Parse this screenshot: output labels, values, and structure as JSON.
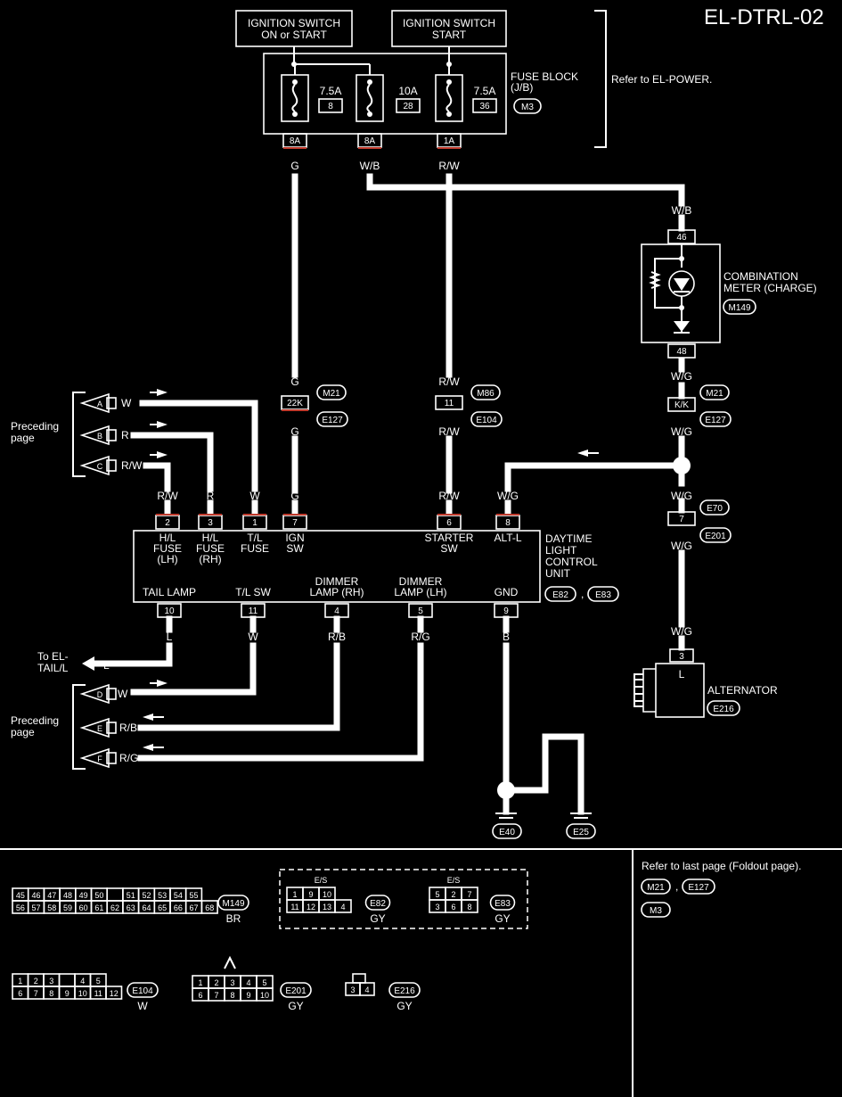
{
  "diagram_id": "EL-DTRL-02",
  "ign_switch_on": "IGNITION SWITCH\nON or START",
  "ign_switch_start": "IGNITION SWITCH\nSTART",
  "fuse_block": {
    "label": "FUSE BLOCK\n(J/B)",
    "connector": "M3",
    "refer": "Refer to EL-POWER."
  },
  "fuses": [
    {
      "rating": "7.5A",
      "num": "8",
      "term": "8A",
      "wire": "G"
    },
    {
      "rating": "10A",
      "num": "28",
      "term": "8A",
      "wire": "W/B"
    },
    {
      "rating": "7.5A",
      "num": "36",
      "term": "1A",
      "wire": "R/W"
    }
  ],
  "meter": {
    "label": "COMBINATION\nMETER (CHARGE)",
    "connector": "M149",
    "pin_in": "46",
    "pin_out": "48",
    "wire_in": "W/B",
    "wire_out": "W/G"
  },
  "joints": [
    {
      "pin": "22K",
      "top": "M21",
      "bottom": "E127",
      "wire": "G"
    },
    {
      "pin": "11",
      "top": "M86",
      "bottom": "E104",
      "wire": "R/W"
    },
    {
      "pin": "K/K",
      "top": "M21",
      "bottom": "E127",
      "wire": "W/G"
    },
    {
      "pin": "7",
      "top": "E70",
      "bottom": "E201",
      "wire": "W/G"
    }
  ],
  "preceding": {
    "label": "Preceding\npage",
    "top": [
      {
        "id": "A",
        "wire": "W"
      },
      {
        "id": "B",
        "wire": "R"
      },
      {
        "id": "C",
        "wire": "R/W"
      }
    ],
    "bottom": [
      {
        "id": "D",
        "wire": "W"
      },
      {
        "id": "E",
        "wire": "R/B"
      },
      {
        "id": "F",
        "wire": "R/G"
      }
    ]
  },
  "unit": {
    "label": "DAYTIME\nLIGHT\nCONTROL\nUNIT",
    "connectors": [
      "E82",
      "E83"
    ],
    "top_pins": [
      {
        "pin": "2",
        "label": "H/L\nFUSE\n(LH)",
        "wire": "R/W"
      },
      {
        "pin": "3",
        "label": "H/L\nFUSE\n(RH)",
        "wire": "R"
      },
      {
        "pin": "1",
        "label": "T/L\nFUSE",
        "wire": "W"
      },
      {
        "pin": "7",
        "label": "IGN\nSW",
        "wire": "G"
      },
      {
        "pin": "6",
        "label": "STARTER\nSW",
        "wire": "R/W"
      },
      {
        "pin": "8",
        "label": "ALT-L",
        "wire": "W/G"
      }
    ],
    "bottom_pins": [
      {
        "pin": "10",
        "label": "TAIL LAMP",
        "wire": "L"
      },
      {
        "pin": "11",
        "label": "T/L SW",
        "wire": "W"
      },
      {
        "pin": "4",
        "label": "DIMMER\nLAMP (RH)",
        "wire": "R/B"
      },
      {
        "pin": "5",
        "label": "DIMMER\nLAMP (LH)",
        "wire": "R/G"
      },
      {
        "pin": "9",
        "label": "GND",
        "wire": "B"
      }
    ]
  },
  "to_tail": "To EL-\nTAIL/L",
  "alternator": {
    "label": "ALTERNATOR",
    "connector": "E216",
    "pin": "3",
    "term": "L",
    "wire": "W/G"
  },
  "grounds": [
    "E40",
    "E25"
  ],
  "ground_wire": "B",
  "refer_last": "Refer to last page (Foldout page).",
  "refer_conns": [
    "M21",
    "E127",
    "M3"
  ],
  "connectors": {
    "m149": {
      "name": "M149",
      "color": "BR",
      "row1": [
        "45",
        "46",
        "47",
        "48",
        "49",
        "50",
        "",
        "51",
        "52",
        "53",
        "54",
        "55"
      ],
      "row2": [
        "56",
        "57",
        "58",
        "59",
        "60",
        "61",
        "62",
        "63",
        "64",
        "65",
        "66",
        "67",
        "68"
      ]
    },
    "e82": {
      "name": "E82",
      "color": "GY",
      "tag": "E/S",
      "row1": [
        "1",
        "9",
        "10"
      ],
      "row2": [
        "11",
        "12",
        "13",
        "4"
      ]
    },
    "e83": {
      "name": "E83",
      "color": "GY",
      "tag": "E/S",
      "row1": [
        "5",
        "2",
        "7"
      ],
      "row2": [
        "3",
        "6",
        "8"
      ]
    },
    "e104": {
      "name": "E104",
      "color": "W",
      "row1": [
        "1",
        "2",
        "3",
        "",
        "4",
        "5"
      ],
      "row2": [
        "6",
        "7",
        "8",
        "9",
        "10",
        "11",
        "12"
      ]
    },
    "e201": {
      "name": "E201",
      "color": "GY",
      "row1": [
        "1",
        "2",
        "3",
        "4",
        "5"
      ],
      "row2": [
        "6",
        "7",
        "8",
        "9",
        "10"
      ]
    },
    "e216": {
      "name": "E216",
      "color": "GY",
      "row1": [
        "3",
        "4"
      ]
    }
  }
}
